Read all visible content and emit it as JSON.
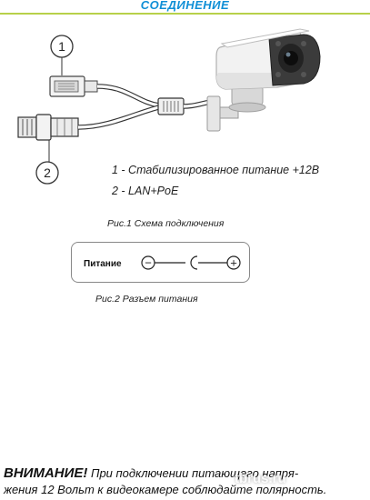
{
  "header": {
    "title": "СОЕДИНЕНИЕ"
  },
  "diagram": {
    "connector_1_number": "1",
    "connector_2_number": "2"
  },
  "legend": {
    "item_1": "1 - Стабилизированное питание +12В",
    "item_2": "2 - LAN+PoE"
  },
  "captions": {
    "fig1": "Рис.1 Схема подключения",
    "fig2": "Рис.2 Разъем питания"
  },
  "power_connector": {
    "label": "Питание",
    "minus_symbol": "−",
    "plus_symbol": "+"
  },
  "warning": {
    "heading": "ВНИМАНИЕ!",
    "line1": "При подключении питающего напря-",
    "line2": "жения 12 Вольт к видеокамере соблюдайте полярность."
  },
  "watermark": "tbrus.ru",
  "colors": {
    "title": "#0f8fd6",
    "title_rule": "#b7d04a"
  }
}
